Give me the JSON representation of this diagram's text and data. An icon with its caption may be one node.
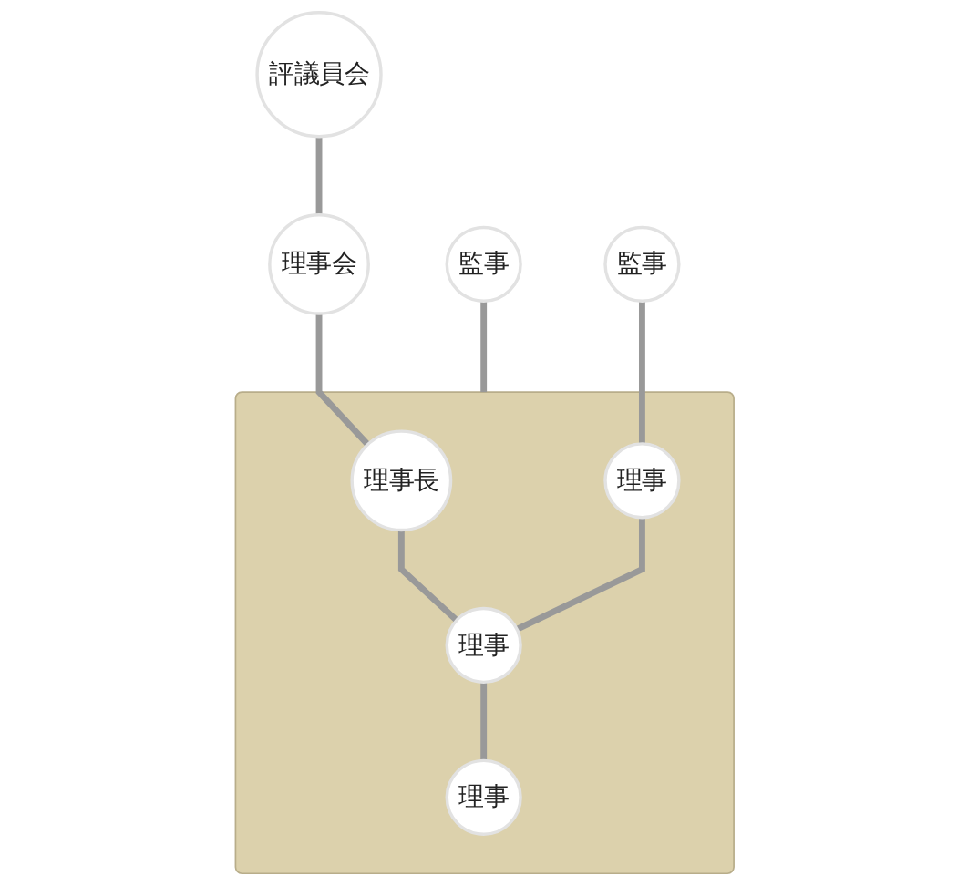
{
  "diagram": {
    "nodes": [
      {
        "text": [
          "評議員会"
        ]
      },
      {
        "text": [
          "理事会"
        ]
      },
      {
        "text": [],
        "shape": "box"
      },
      {
        "text": [
          "監事"
        ]
      },
      {
        "text": [
          "理事長"
        ],
        "in": 2
      },
      {
        "text": [
          "監事"
        ]
      },
      {
        "text": [
          "理事"
        ],
        "in": 2
      },
      {
        "text": [
          "理事"
        ],
        "in": 2
      },
      {
        "text": [
          "理事"
        ],
        "in": 2
      }
    ],
    "edges": [
      {
        "from": 0,
        "to": 1,
        "arrow": "none"
      },
      {
        "from": 1,
        "to": 4,
        "arrow": "none"
      },
      {
        "from": 3,
        "to": 2,
        "arrow": "none"
      },
      {
        "from": 4,
        "to": 7,
        "arrow": "none"
      },
      {
        "from": 5,
        "to": 6,
        "arrow": "none"
      },
      {
        "from": 6,
        "to": 7,
        "arrow": "none"
      },
      {
        "from": 7,
        "to": 8,
        "arrow": "none"
      }
    ]
  }
}
